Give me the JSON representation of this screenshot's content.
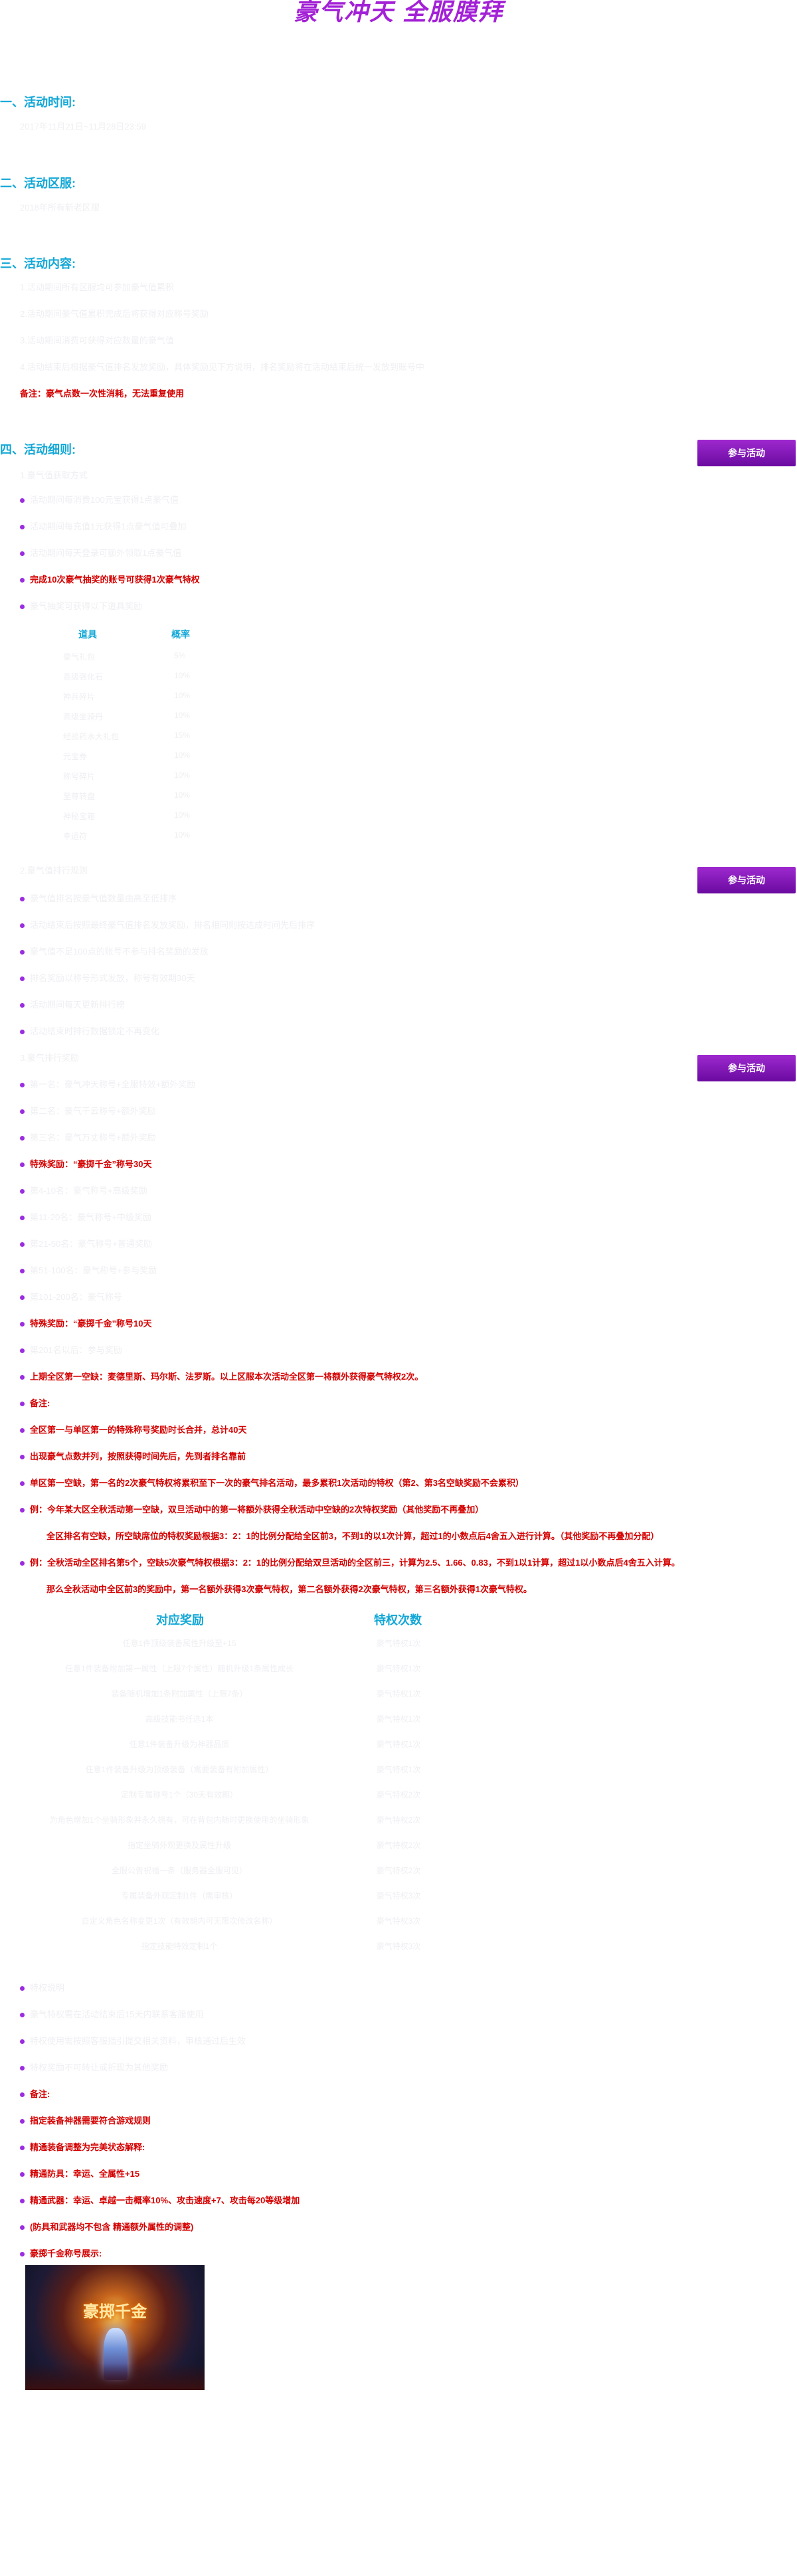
{
  "banner": {
    "title": "豪气冲天 全服膜拜"
  },
  "sections": {
    "time": {
      "title": "一、活动时间:",
      "text": "2017年11月21日~11月28日23:59"
    },
    "server": {
      "title": "二、活动区服:",
      "text": "2018年所有新老区服"
    },
    "content": {
      "title": "三、活动内容:",
      "lines": [
        "1.活动期间所有区服均可参加豪气值累积",
        "2.活动期间豪气值累积完成后将获得对应称号奖励",
        "3.活动期间消费可获得对应数量的豪气值",
        "4.活动结束后根据豪气值排名发放奖励，具体奖励见下方说明，排名奖励将在活动结束后统一发放到账号中"
      ],
      "note": "备注：豪气点数一次性消耗，无法重复使用"
    },
    "rules": {
      "title": "四、活动细则:"
    }
  },
  "join_button": "参与活动",
  "rules_block1": {
    "lead": "1.豪气值获取方式",
    "items": [
      "活动期间每消费100元宝获得1点豪气值",
      "活动期间每充值1元获得1点豪气值可叠加",
      "活动期间每天登录可额外领取1点豪气值"
    ],
    "red": "完成10次豪气抽奖的账号可获得1次豪气特权",
    "after": "豪气抽奖可获得以下道具奖励"
  },
  "prob_table": {
    "headers": [
      "道具",
      "概率"
    ],
    "rows": [
      [
        "豪气礼包",
        "5%"
      ],
      [
        "高级强化石",
        "10%"
      ],
      [
        "神兵碎片",
        "10%"
      ],
      [
        "高级坐骑丹",
        "10%"
      ],
      [
        "经验药水大礼包",
        "15%"
      ],
      [
        "元宝券",
        "10%"
      ],
      [
        "称号碎片",
        "10%"
      ],
      [
        "至尊转盘",
        "10%"
      ],
      [
        "神秘宝箱",
        "10%"
      ],
      [
        "幸运符",
        "10%"
      ]
    ]
  },
  "rules_block2": {
    "lead": "2.豪气值排行规则",
    "items": [
      "豪气值排名按豪气值数量由高至低排序",
      "活动结束后按照最终豪气值排名发放奖励，排名相同则按达成时间先后排序",
      "豪气值不足100点的账号不参与排名奖励的发放",
      "排名奖励以称号形式发放，称号有效期30天",
      "活动期间每天更新排行榜",
      "活动结束时排行数据锁定不再变化"
    ]
  },
  "rules_block3": {
    "lead": "3.豪气排行奖励",
    "items": [
      "第一名：豪气冲天称号+全服特效+额外奖励",
      "第二名：豪气干云称号+额外奖励",
      "第三名：豪气万丈称号+额外奖励"
    ],
    "red1": "特殊奖励：“豪掷千金”称号30天",
    "items2": [
      "第4-10名：豪气称号+高级奖励",
      "第11-20名：豪气称号+中级奖励",
      "第21-50名：豪气称号+普通奖励",
      "第51-100名：豪气称号+参与奖励",
      "第101-200名：豪气称号"
    ],
    "red2": "特殊奖励：“豪掷千金”称号10天",
    "after": "第201名以后：参与奖励",
    "reds": [
      "上期全区第一空缺：麦德里斯、玛尔斯、法罗斯。以上区服本次活动全区第一将额外获得豪气特权2次。",
      "备注:",
      "全区第一与单区第一的特殊称号奖励时长合并，总计40天",
      "出现豪气点数并列，按照获得时间先后，先到者排名靠前",
      "单区第一空缺，第一名的2次豪气特权将累积至下一次的豪气排名活动，最多累积1次活动的特权（第2、第3名空缺奖励不会累积）",
      "例：今年某大区全秋活动第一空缺，双旦活动中的第一将额外获得全秋活动中空缺的2次特权奖励（其他奖励不再叠加）"
    ],
    "indent1": "全区排名有空缺，所空缺席位的特权奖励根据3：2：1的比例分配给全区前3，不到1的以1次计算，超过1的小数点后4舍五入进行计算。（其他奖励不再叠加分配）",
    "red_ex2": "例：全秋活动全区排名第5个，空缺5次豪气特权根据3：2：1的比例分配给双旦活动的全区前三，计算为2.5、1.66、0.83，不到1以1计算，超过1以小数点后4舍五入计算。",
    "indent2": "那么全秋活动中全区前3的奖励中，第一名额外获得3次豪气特权，第二名额外获得2次豪气特权，第三名额外获得1次豪气特权。"
  },
  "reward_table": {
    "headers": [
      "对应奖励",
      "特权次数"
    ],
    "rows": [
      [
        "任意1件顶级装备属性升级至+15",
        "豪气特权1次"
      ],
      [
        "任意1件装备附加第一属性（上限7个属性）随机升级1条属性成长",
        "豪气特权1次"
      ],
      [
        "装备随机增加1条附加属性（上限7条）",
        "豪气特权1次"
      ],
      [
        "高级技能书任选1本",
        "豪气特权1次"
      ],
      [
        "任意1件装备升级为神器品质",
        "豪气特权1次"
      ],
      [
        "任意1件装备升级为顶级装备（需要装备有附加属性）",
        "豪气特权1次"
      ],
      [
        "定制专属称号1个（30天有效期）",
        "豪气特权2次"
      ],
      [
        "为角色增加1个坐骑形象并永久拥有，可在背包内随时更换使用的坐骑形象",
        "豪气特权2次"
      ],
      [
        "指定坐骑外观更换及属性升级",
        "豪气特权2次"
      ],
      [
        "全服公告祝福一条（服务器全服可见）",
        "豪气特权2次"
      ],
      [
        "专属装备外观定制1件（需审核）",
        "豪气特权3次"
      ],
      [
        "自定义角色名称变更1次（有效期内可无限次修改名称）",
        "豪气特权3次"
      ],
      [
        "指定技能特效定制1个",
        "豪气特权3次"
      ]
    ]
  },
  "rules_block4": {
    "items": [
      "特权说明",
      "豪气特权需在活动结束后15天内联系客服使用",
      "特权使用需按照客服指引提交相关资料，审核通过后生效",
      "特权奖励不可转让或折现为其他奖励"
    ],
    "reds": [
      "备注:",
      "指定装备神器需要符合游戏规则",
      "精通装备调整为完美状态解释:",
      "精通防具：幸运、全属性+15",
      "精通武器：幸运、卓越一击概率10%、攻击速度+7、攻击每20等级增加",
      "(防具和武器均不包含 精通额外属性的调整)",
      "豪掷千金称号展示:"
    ]
  },
  "preview_image": {
    "caption": "豪掷千金"
  }
}
